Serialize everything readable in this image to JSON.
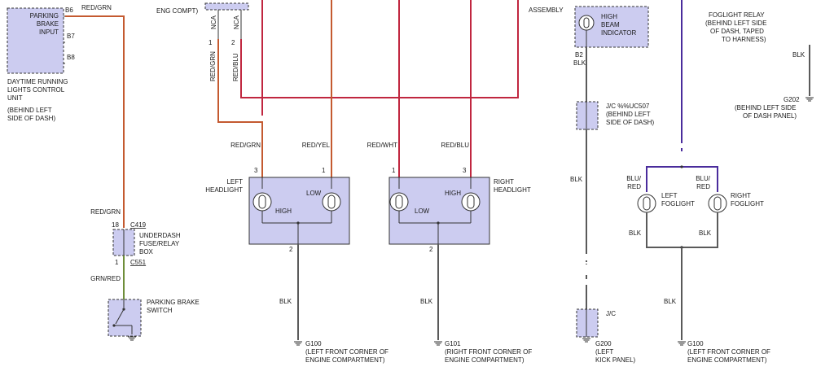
{
  "drl_unit": {
    "pin_b6": "B6",
    "input_line1": "PARKING",
    "input_line2": "BRAKE",
    "input_line3": "INPUT",
    "pin_b7": "B7",
    "pin_b8": "B8",
    "name_line1": "DAYTIME RUNNING",
    "name_line2": "LIGHTS CONTROL",
    "name_line3": "UNIT",
    "loc_line1": "(BEHIND LEFT",
    "loc_line2": "SIDE OF DASH)",
    "wire_label": "RED/GRN"
  },
  "eng_comp_label": "ENG COMPT)",
  "nca": {
    "label1": "NCA",
    "label2": "NCA",
    "pin1": "1",
    "pin2": "2",
    "wire1": "RED/GRN",
    "wire2": "RED/BLU"
  },
  "assembly_label": "ASSEMBLY",
  "left_headlight": {
    "name_line1": "LEFT",
    "name_line2": "HEADLIGHT",
    "pin3": "3",
    "pin1": "1",
    "pin2": "2",
    "wire_in1": "RED/GRN",
    "wire_in2": "RED/YEL",
    "high": "HIGH",
    "low": "LOW",
    "wire_out": "BLK",
    "ground": "G100",
    "ground_loc1": "(LEFT FRONT CORNER OF",
    "ground_loc2": "ENGINE COMPARTMENT)"
  },
  "right_headlight": {
    "name_line1": "RIGHT",
    "name_line2": "HEADLIGHT",
    "pin1": "1",
    "pin3": "3",
    "pin2": "2",
    "wire_in1": "RED/WHT",
    "wire_in2": "RED/BLU",
    "high": "HIGH",
    "low": "LOW",
    "wire_out": "BLK",
    "ground": "G101",
    "ground_loc1": "(RIGHT FRONT CORNER OF",
    "ground_loc2": "ENGINE COMPARTMENT)"
  },
  "fuse_box": {
    "wire_in": "RED/GRN",
    "pin18": "18",
    "conn_top": "C419",
    "name_line1": "UNDERDASH",
    "name_line2": "FUSE/RELAY",
    "name_line3": "BOX",
    "pin1": "1",
    "conn_bottom": "C551",
    "wire_out": "GRN/RED"
  },
  "brake_switch": {
    "name_line1": "PARKING BRAKE",
    "name_line2": "SWITCH"
  },
  "high_beam": {
    "name_line1": "HIGH",
    "name_line2": "BEAM",
    "name_line3": "INDICATOR",
    "pin": "B2",
    "wire": "BLK"
  },
  "jc_uc507": {
    "label": "J/C %%UC507",
    "loc_line1": "(BEHIND LEFT",
    "loc_line2": "SIDE OF DASH)",
    "wire": "BLK"
  },
  "jc_bottom": {
    "label": "J/C",
    "ground": "G200",
    "loc_line1": "(LEFT",
    "loc_line2": "KICK PANEL)"
  },
  "foglight_relay": {
    "name_line1": "FOGLIGHT RELAY",
    "loc_line1": "(BEHIND LEFT SIDE",
    "loc_line2": "OF DASH, TAPED",
    "loc_line3": "TO HARNESS)",
    "wire": "BLK",
    "ground": "G202",
    "ground_loc1": "(BEHIND LEFT SIDE",
    "ground_loc2": "OF DASH PANEL)"
  },
  "left_foglight": {
    "name_line1": "LEFT",
    "name_line2": "FOGLIGHT",
    "wire_in1": "BLU/",
    "wire_in2": "RED",
    "wire_out": "BLK"
  },
  "right_foglight": {
    "name_line1": "RIGHT",
    "name_line2": "FOGLIGHT",
    "wire_in1": "BLU/",
    "wire_in2": "RED",
    "wire_out": "BLK"
  },
  "fog_ground": {
    "wire": "BLK",
    "ground": "G100",
    "loc_line1": "(LEFT FRONT CORNER OF",
    "loc_line2": "ENGINE COMPARTMENT)"
  }
}
